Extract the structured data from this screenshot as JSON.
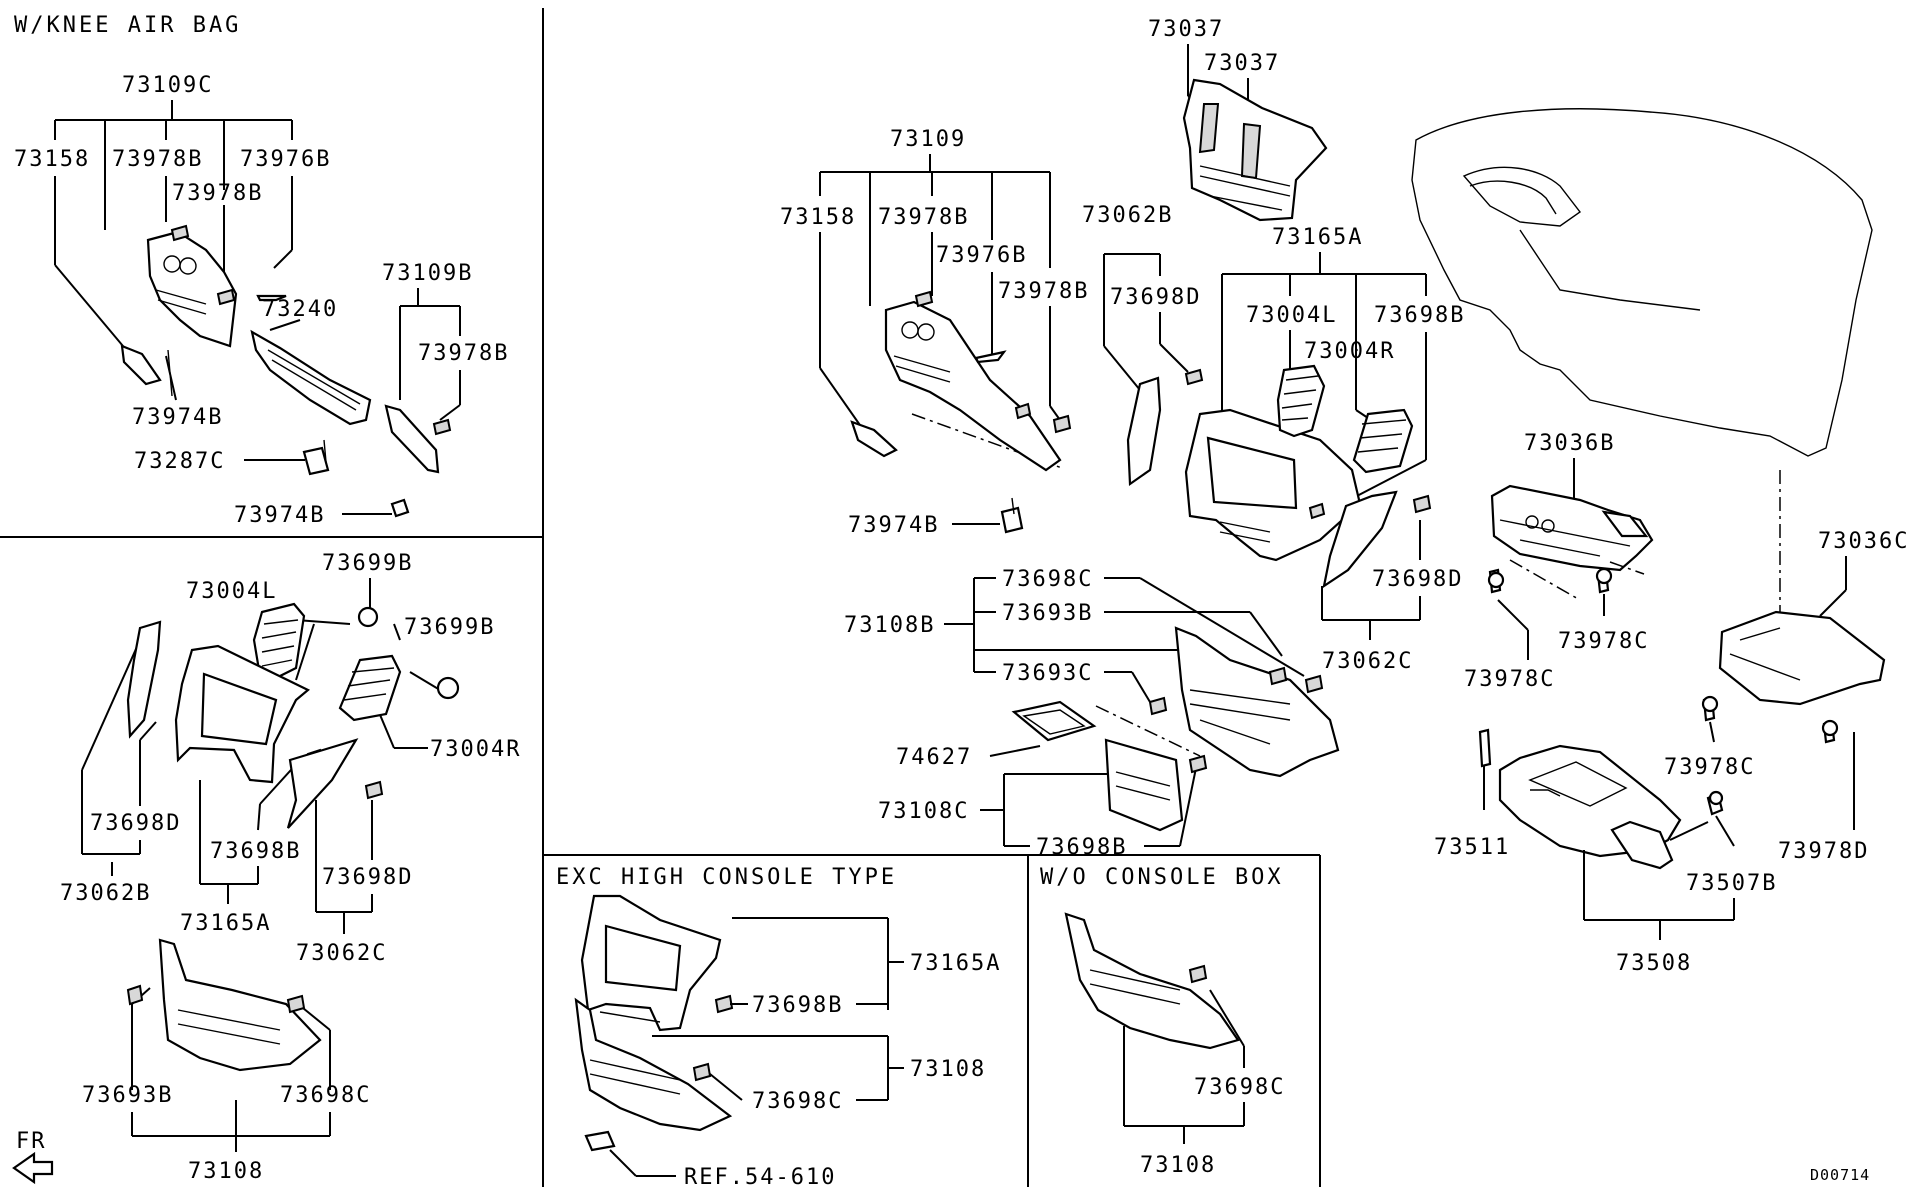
{
  "panels": {
    "knee_airbag": "W/KNEE AIR BAG",
    "exc_high_console": "EXC HIGH CONSOLE TYPE",
    "wo_console_box": "W/O CONSOLE BOX"
  },
  "fr_label": "FR",
  "drawing_code": "D00714",
  "labels": {
    "tl_73109C": "73109C",
    "tl_73158": "73158",
    "tl_73978B_a": "73978B",
    "tl_73976B": "73976B",
    "tl_73978B_b": "73978B",
    "tl_73240": "73240",
    "tl_73109B": "73109B",
    "tl_73978B_c": "73978B",
    "tl_73974B_a": "73974B",
    "tl_73287C": "73287C",
    "tl_73974B_b": "73974B",
    "bl_73699B_a": "73699B",
    "bl_73004L": "73004L",
    "bl_73699B_b": "73699B",
    "bl_73004R": "73004R",
    "bl_73698D_a": "73698D",
    "bl_73062B": "73062B",
    "bl_73698B": "73698B",
    "bl_73698D_b": "73698D",
    "bl_73165A": "73165A",
    "bl_73062C": "73062C",
    "bl_73693B": "73693B",
    "bl_73698C": "73698C",
    "bl_73108": "73108",
    "c_73109": "73109",
    "c_73158": "73158",
    "c_73978B_a": "73978B",
    "c_73976B": "73976B",
    "c_73978B_b": "73978B",
    "c_73974B": "73974B",
    "c_73037_a": "73037",
    "c_73037_b": "73037",
    "c_73062B": "73062B",
    "c_73698D_a": "73698D",
    "c_73165A": "73165A",
    "c_73004L": "73004L",
    "c_73698B_a": "73698B",
    "c_73004R": "73004R",
    "c_73698D_b": "73698D",
    "c_73062C": "73062C",
    "c_73698C": "73698C",
    "c_73108B": "73108B",
    "c_73693B": "73693B",
    "c_73693C": "73693C",
    "c_74627": "74627",
    "c_73108C": "73108C",
    "c_73698B_b": "73698B",
    "e_73165A": "73165A",
    "e_73698B": "73698B",
    "e_73108": "73108",
    "e_73698C": "73698C",
    "e_ref": "REF.54-610",
    "w_73698C": "73698C",
    "w_73108": "73108",
    "r_73036B": "73036B",
    "r_73978C_a": "73978C",
    "r_73978C_b": "73978C",
    "r_73036C": "73036C",
    "r_73978C_c": "73978C",
    "r_73511": "73511",
    "r_73507B": "73507B",
    "r_73978D": "73978D",
    "r_73508": "73508"
  }
}
